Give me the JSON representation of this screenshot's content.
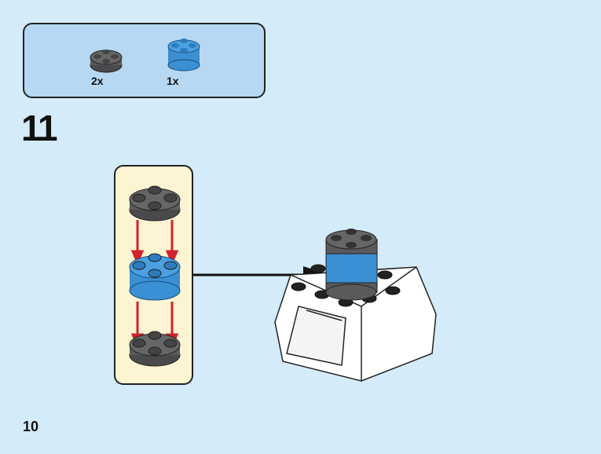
{
  "parts_list": {
    "items": [
      {
        "name": "round-plate-2x2",
        "color_name": "dark-gray",
        "color": "#5a5a5c",
        "quantity": "2x"
      },
      {
        "name": "round-brick-2x2",
        "color_name": "medium-blue",
        "color": "#3b8fd3",
        "quantity": "1x"
      }
    ]
  },
  "step": {
    "number": "11"
  },
  "page": {
    "number": "10"
  },
  "colors": {
    "background": "#d4ebfa",
    "parts_box": "#b6d8f2",
    "sub_assembly_box": "#fdf4d4",
    "arrow_red": "#d0242a",
    "dark_gray": "#5a5a5c",
    "blue": "#3b8fd3",
    "white_brick": "#ffffff"
  }
}
